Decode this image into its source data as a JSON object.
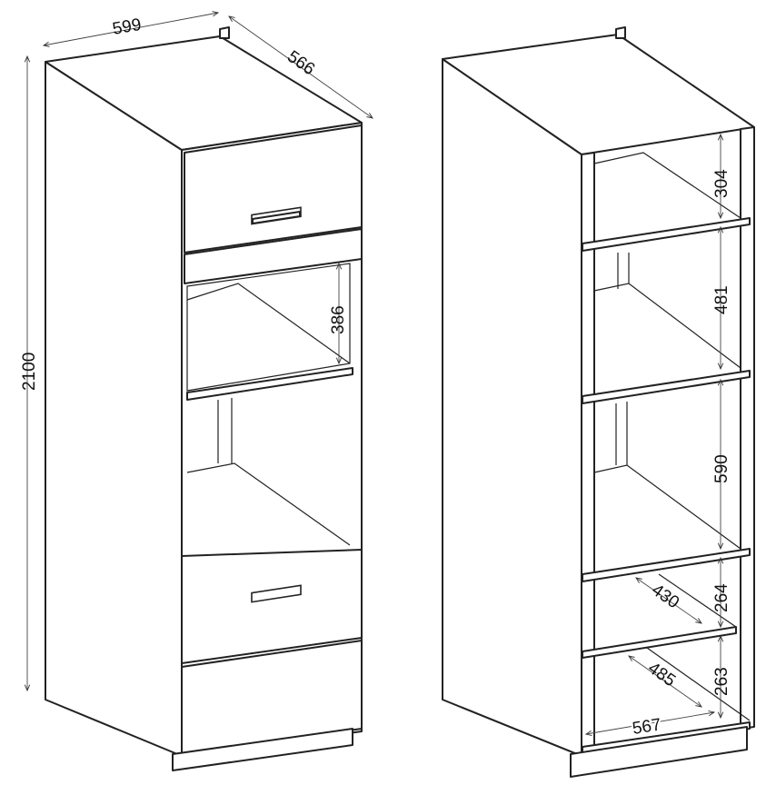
{
  "left_cabinet": {
    "width": "599",
    "depth": "566",
    "height": "2100",
    "niche_height": "386"
  },
  "right_cabinet": {
    "compartment_heights": [
      "304",
      "481",
      "590",
      "264",
      "263"
    ],
    "shelf_depths": [
      "430",
      "485"
    ],
    "inner_width": "567"
  }
}
